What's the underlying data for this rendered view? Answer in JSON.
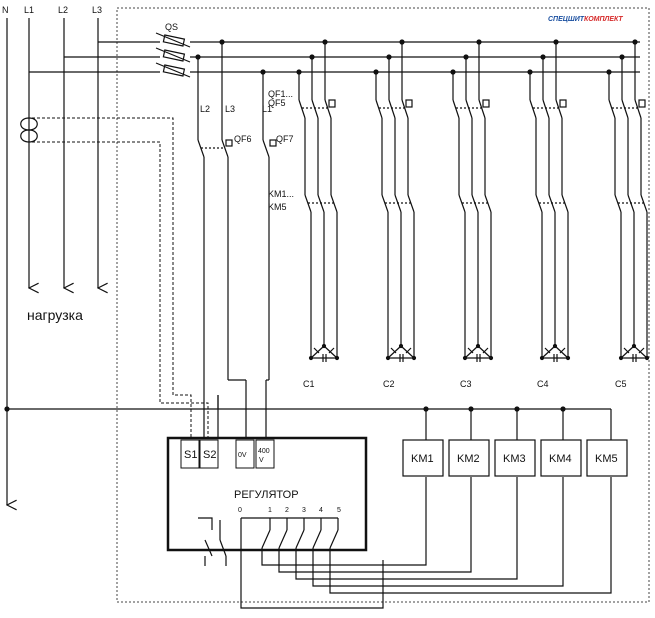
{
  "diagram": {
    "logo": {
      "part1": "СПЕЦШИТ",
      "part2": "КОМПЛЕКТ",
      "color1": "#1a4fa0",
      "color2": "#d62a2a"
    },
    "phase_labels": {
      "n": "N",
      "l1": "L1",
      "l2": "L2",
      "l3": "L3"
    },
    "main_switch": "QS",
    "load_label": "нагрузка",
    "feed_labels": {
      "l2": "L2",
      "l3": "L3",
      "l1": "L1"
    },
    "breakers": {
      "line1": "QF1...",
      "line2": "QF5"
    },
    "qf6": "QF6",
    "qf7": "QF7",
    "contactors": {
      "line1": "KM1...",
      "line2": "KM5"
    },
    "capacitors": [
      "C1",
      "C2",
      "C3",
      "C4",
      "C5"
    ],
    "regulator": {
      "title": "РЕГУЛЯТОР",
      "s1": "S1",
      "s2": "S2",
      "v0": "0V",
      "v400_line1": "400",
      "v400_line2": "V",
      "outputs": [
        "0",
        "1",
        "2",
        "3",
        "4",
        "5"
      ]
    },
    "coils": [
      "KM1",
      "KM2",
      "KM3",
      "KM4",
      "KM5"
    ]
  }
}
